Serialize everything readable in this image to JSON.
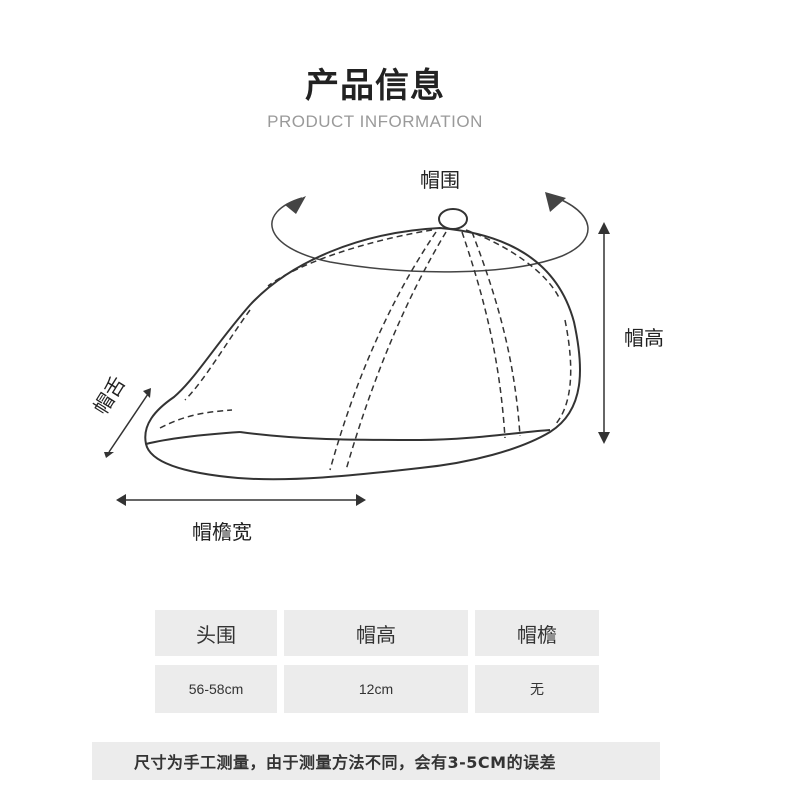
{
  "header": {
    "title": "产品信息",
    "subtitle": "PRODUCT INFORMATION"
  },
  "diagram_labels": {
    "circumference": "帽围",
    "height": "帽高",
    "tongue": "帽舌",
    "brim_width": "帽檐宽"
  },
  "size_table": {
    "headers": [
      "头围",
      "帽高",
      "帽檐"
    ],
    "values": [
      "56-58cm",
      "12cm",
      "无"
    ]
  },
  "note": "尺寸为手工测量，由于测量方法不同，会有3-5CM的误差",
  "colors": {
    "line": "#333333",
    "cell_bg": "#ececec",
    "subtitle": "#9a9a9a"
  }
}
